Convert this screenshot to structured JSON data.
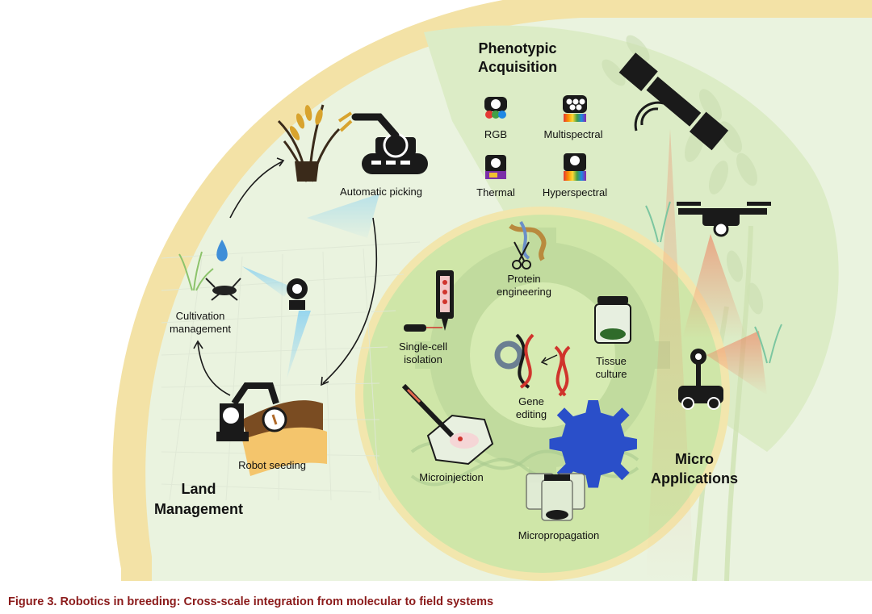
{
  "sections": {
    "phenotypic": "Phenotypic",
    "acquisition": "Acquisition",
    "micro": "Micro",
    "applications": "Applications",
    "land": "Land",
    "management": "Management"
  },
  "sensors": {
    "rgb": "RGB",
    "multispectral": "Multispectral",
    "thermal": "Thermal",
    "hyperspectral": "Hyperspectral"
  },
  "land_items": {
    "automatic_picking": "Automatic picking",
    "cultivation_1": "Cultivation",
    "cultivation_2": "management",
    "robot_seeding": "Robot seeding"
  },
  "micro_items": {
    "protein_1": "Protein",
    "protein_2": "engineering",
    "single_cell_1": "Single-cell",
    "single_cell_2": "isolation",
    "tissue_1": "Tissue",
    "tissue_2": "culture",
    "gene_1": "Gene",
    "gene_2": "editing",
    "microinjection": "Microinjection",
    "micropropagation": "Micropropagation"
  },
  "caption": "Figure 3. Robotics in breeding: Cross-scale integration from molecular to field systems",
  "colors": {
    "outer_ring": "#f3e2a6",
    "land_fill": "#eaf3df",
    "phenotype_fill": "#dcecc6",
    "micro_fill": "#cfe6a8",
    "caption": "#8b1a1a",
    "gear_blue": "#2a4fc9",
    "dna_red": "#d0342c"
  }
}
